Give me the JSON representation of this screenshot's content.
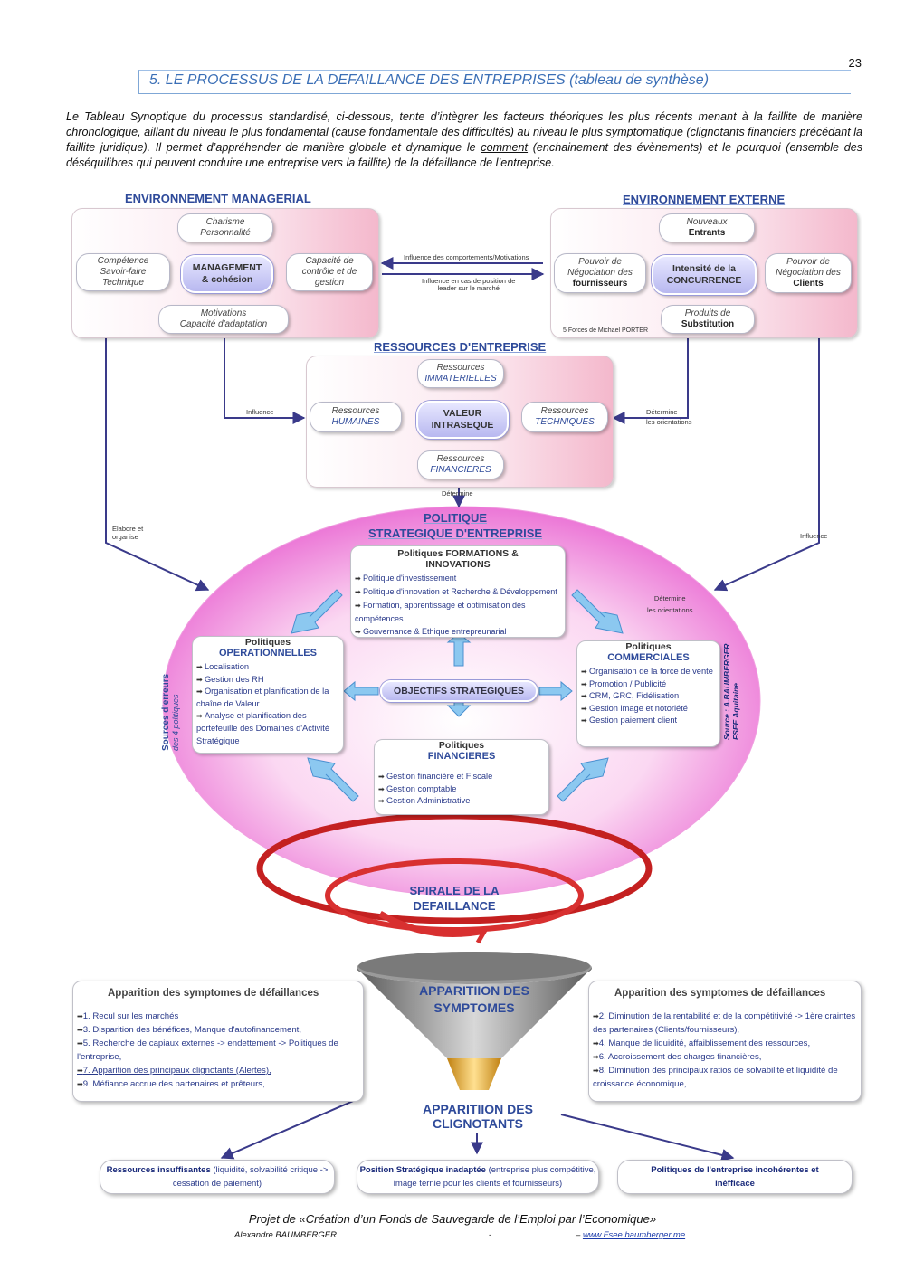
{
  "page_number": "23",
  "section_title": "5.   LE PROCESSUS DE LA DEFAILLANCE DES ENTREPRISES (tableau de synthèse)",
  "intro": {
    "part1": "Le Tableau Synoptique du processus standardisé, ci-dessous, tente d’intègrer les facteurs théoriques les plus récents menant à la faillite de manière chronologique, aillant du niveau le plus fondamental (cause fondamentale des difficultés) au niveau le plus symptomatique (clignotants financiers précédant la faillite juridique). Il permet d’appréhender de manière globale et dynamique le ",
    "underlined": "comment",
    "part2": " (enchainement des évènements) et le pourquoi (ensemble des déséquilibres qui peuvent conduire une entreprise vers la faillite) de la défaillance de l’entreprise."
  },
  "managerial": {
    "heading": "ENVIRONNEMENT MANAGERIAL",
    "top": "Charisme\nPersonnalité",
    "left": "Compétence\nSavoir-faire\nTechnique",
    "hub": "MANAGEMENT\n& cohésion",
    "right": "Capacité de\ncontrôle et de\ngestion",
    "bottom": "Motivations\nCapacité d'adaptation"
  },
  "externe": {
    "heading": "ENVIRONNEMENT EXTERNE",
    "top_l1": "Nouveaux",
    "top_l2": "Entrants",
    "left_l1": "Pouvoir de\nNégociation des",
    "left_l2": "fournisseurs",
    "hub": "Intensité de la\nCONCURRENCE",
    "right_l1": "Pouvoir de\nNégociation des",
    "right_l2": "Clients",
    "bottom_l1": "Produits de",
    "bottom_l2": "Substitution",
    "porter": "5 Forces de Michael PORTER"
  },
  "links": {
    "influence_comportements": "Influence des comportements/Motivations",
    "influence_position": "Influence en cas de position de\nleader sur le marché",
    "influence": "Influence",
    "determine_orientations": "Détermine\nles orientations",
    "determine": "Détermine",
    "elabore": "Elabore et\norganise",
    "influence_right": "Influence",
    "determine_orientations2": "Détermine\nles orientations"
  },
  "ressources": {
    "heading": "RESSOURCES D'ENTREPRISE",
    "top_l1": "Ressources",
    "top_l2": "IMMATERIELLES",
    "left_l1": "Ressources",
    "left_l2": "HUMAINES",
    "hub": "VALEUR\nINTRASEQUE",
    "right_l1": "Ressources",
    "right_l2": "TECHNIQUES",
    "bottom_l1": "Ressources",
    "bottom_l2": "FINANCIERES"
  },
  "politique": {
    "heading_l1": "POLITIQUE",
    "heading_l2": "STRATEGIQUE D'ENTREPRISE",
    "formations_title": "Politiques FORMATIONS &\nINNOVATIONS",
    "formations_items": [
      "Politique d'investissement",
      "Politique d'innovation et Recherche & Développement",
      "Formation, apprentissage et optimisation des compétences",
      "Gouvernance & Ethique entrepreunarial"
    ],
    "oper_t1": "Politiques",
    "oper_t2": "OPERATIONNELLES",
    "oper_items": [
      "Localisation",
      "Gestion des RH",
      "Organisation et planification de la chaîne de Valeur",
      "Analyse et planification des portefeuille des Domaines d'Activité Stratégique"
    ],
    "comm_t1": "Politiques",
    "comm_t2": "COMMERCIALES",
    "comm_items": [
      "Organisation de la force de vente",
      "Promotion / Publicité",
      "CRM, GRC, Fidélisation",
      "Gestion image et notoriété",
      "Gestion paiement client"
    ],
    "fin_t1": "Politiques",
    "fin_t2": "FINANCIERES",
    "fin_items": [
      "Gestion financière et Fiscale",
      "Gestion comptable",
      "Gestion Administrative"
    ],
    "objectifs": "OBJECTIFS STRATEGIQUES",
    "sources_l1": "Sources d'erreurs",
    "sources_l2": "des 4 politiques",
    "source_l1": "Source : A.BAUMBERGER",
    "source_l2": "FSEE Aquitaine"
  },
  "spirale": "SPIRALE DE LA\nDEFAILLANCE",
  "symptomes": {
    "funnel_text": "APPARITIION DES\nSYMPTOMES",
    "left_title": "Apparition des symptomes de défaillances",
    "left_items": [
      "1. Recul sur les marchés",
      "3. Disparition des bénéfices, Manque d'autofinancement,",
      "5. Recherche de capiaux externes -> endettement -> Politiques de l'entreprise,",
      "7. Apparition des principaux clignotants (Alertes),",
      "9. Méfiance accrue des partenaires et prêteurs,"
    ],
    "right_title": "Apparition des symptomes de défaillances",
    "right_items": [
      "2. Diminution de la rentabilité et de la compétitivité -> 1ère craintes des partenaires (Clients/fournisseurs),",
      "4. Manque de liquidité, affaiblissement des ressources,",
      "6. Accroissement des charges financières,",
      "8. Diminution des principaux ratios de solvabilité et liquidité de croissance économique,"
    ]
  },
  "clignotants": "APPARITIION DES\nCLIGNOTANTS",
  "bottom": {
    "b1_bold": "Ressources insuffisantes",
    "b1_rest": " (liquidité, solvabilité critique -> cessation de paiement)",
    "b2_bold": "Position Stratégique inadaptée",
    "b2_rest": " (entreprise plus compétitive, image ternie pour les clients et fournisseurs)",
    "b3_bold": "Politiques de l'entreprise incohérentes et inéfficace",
    "b3_rest": ""
  },
  "footer": {
    "project": "Projet de «Création d’un Fonds de Sauvegarde de l’Emploi par l’Economique»",
    "author": "Alexandre BAUMBERGER",
    "dash": "-",
    "site_prefix": "– ",
    "site": "www.Fsee.baumberger.me"
  },
  "colors": {
    "heading_blue": "#2e4a9a",
    "arrow_navy": "#3a3a8a",
    "ellipse_pink": "#f06ad8",
    "spiral_red": "#c42020",
    "funnel_gold": "#e8b030"
  }
}
